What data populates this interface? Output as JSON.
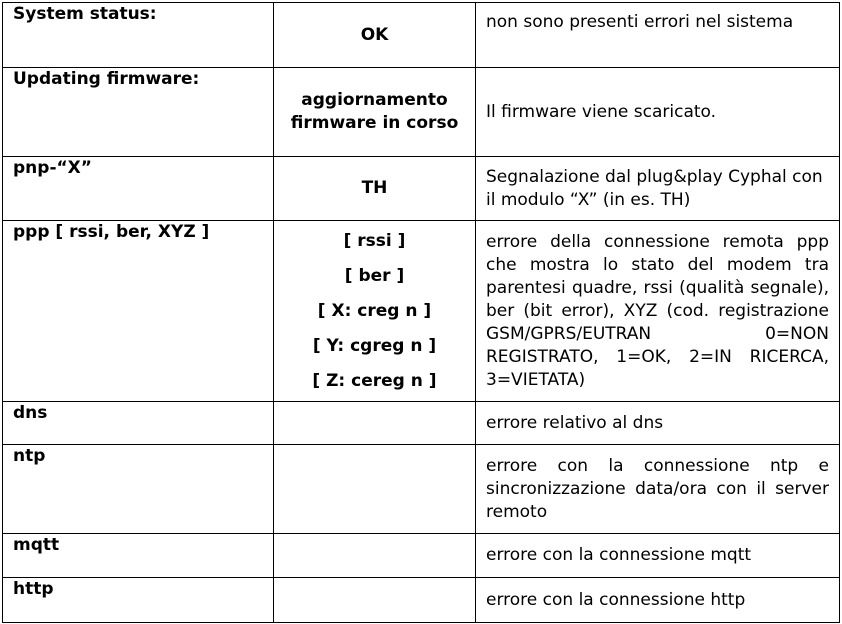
{
  "rows": [
    {
      "label": "System status:",
      "value": "OK",
      "desc": "non sono presenti errori nel sistema"
    },
    {
      "label": "Updating firmware:",
      "value": "aggiornamento firmware in corso",
      "desc": "Il firmware viene scaricato."
    },
    {
      "label": "pnp-“X”",
      "value": "TH",
      "desc": "Segnalazione dal plug&play Cyphal con il modulo “X” (in es. TH)"
    },
    {
      "label": "ppp [ rssi, ber, XYZ ]",
      "values": [
        "[ rssi ]",
        "[ ber ]",
        "[ X: creg n ]",
        "[ Y: cgreg n ]",
        "[ Z: cereg n ]"
      ],
      "desc": "errore della connessione remota ppp che mostra lo stato del modem tra parentesi quadre, rssi (qualità segnale), ber (bit error), XYZ (cod. registrazione GSM/GPRS/EUTRAN 0=NON REGISTRATO, 1=OK, 2=IN RICERCA, 3=VIETATA)"
    },
    {
      "label": "dns",
      "value": "",
      "desc": "errore relativo al dns"
    },
    {
      "label": "ntp",
      "value": "",
      "desc": "errore con la connessione ntp e sincronizzazione data/ora con il server remoto"
    },
    {
      "label": "mqtt",
      "value": "",
      "desc": "errore con la connessione mqtt"
    },
    {
      "label": "http",
      "value": "",
      "desc": "errore con la connessione http"
    }
  ]
}
